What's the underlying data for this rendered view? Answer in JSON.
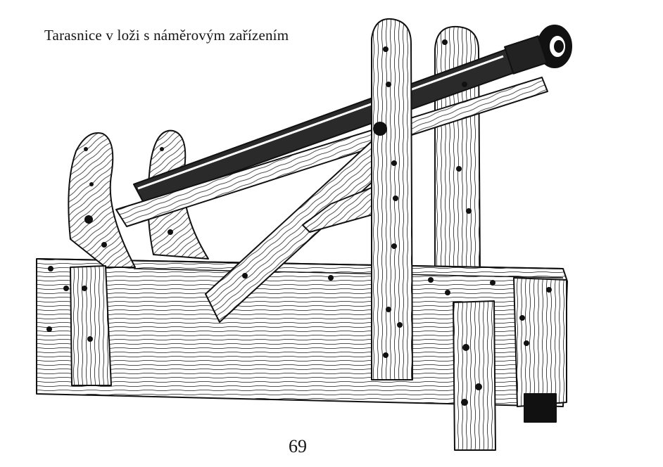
{
  "page": {
    "caption": "Tarasnice v loži s náměrovým zařízením",
    "page_number": "69"
  },
  "illustration": {
    "subject": "tarasnice-on-wooden-carriage-with-aiming-device",
    "style": "black ink engraving on white"
  }
}
